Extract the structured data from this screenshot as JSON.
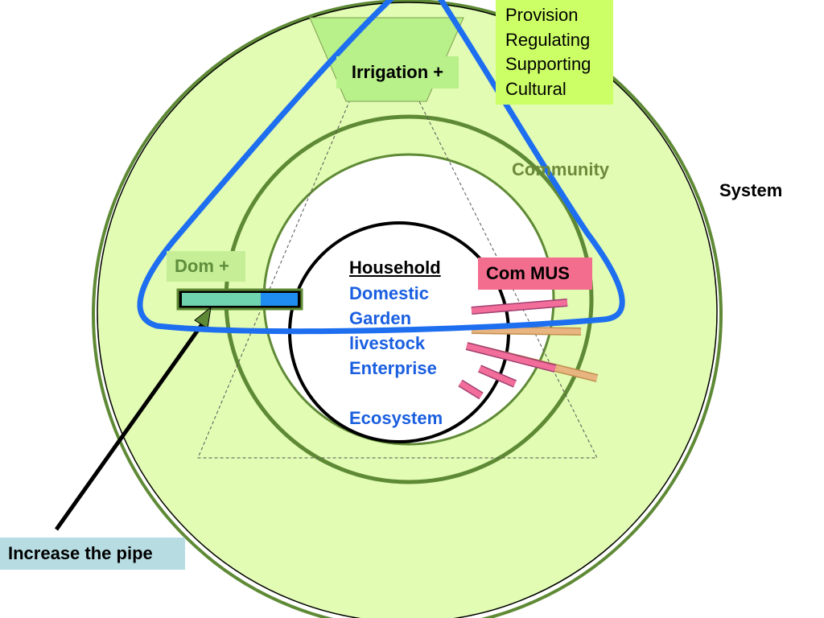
{
  "colors": {
    "system_fill": "#e2fcb4",
    "ring_stroke": "#5f8a35",
    "inner_fill": "#ffffff",
    "loop_stroke": "#1e6ef0",
    "irrigation_fill": "#b8f08a",
    "services_fill": "#ccff66",
    "dom_fill": "#c6ee96",
    "commus_fill": "#f26d8e",
    "pipe_fill": "#b7dde3",
    "household_text": "#1a5fe0",
    "community_text": "#6c8a3a"
  },
  "labels": {
    "irrigation": "Irrigation +",
    "services": [
      "Provision",
      "Regulating",
      "Supporting",
      "Cultural"
    ],
    "community": "Community",
    "system": "System",
    "dom": "Dom +",
    "com_mus": "Com MUS",
    "household_title": "Household",
    "household_items": [
      "Domestic",
      "Garden",
      "livestock",
      "Enterprise",
      "",
      "Ecosystem"
    ],
    "increase_pipe": "Increase the pipe"
  }
}
